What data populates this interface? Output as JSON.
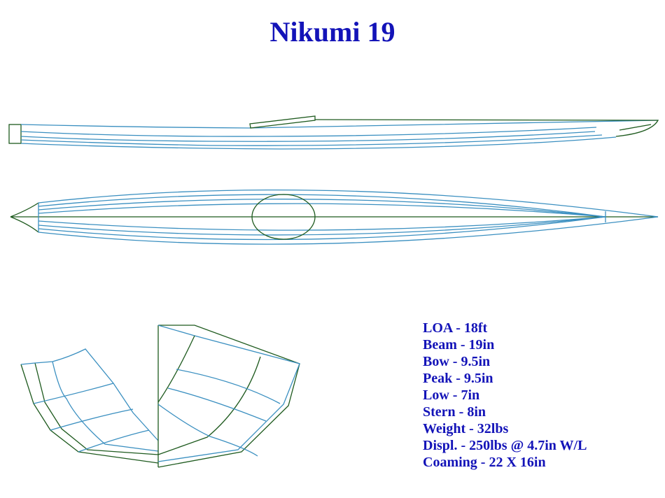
{
  "title": "Nikumi 19",
  "specs": [
    "LOA - 18ft",
    "Beam - 19in",
    "Bow - 9.5in",
    "Peak - 9.5in",
    "Low - 7in",
    "Stern - 8in",
    "Weight - 32lbs",
    "Displ. - 250lbs @ 4.7in W/L",
    "Coaming - 22 X 16in"
  ],
  "colors": {
    "text": "#1313b8",
    "lines_blue": "#3a8fc0",
    "lines_green": "#1e5a1e"
  }
}
